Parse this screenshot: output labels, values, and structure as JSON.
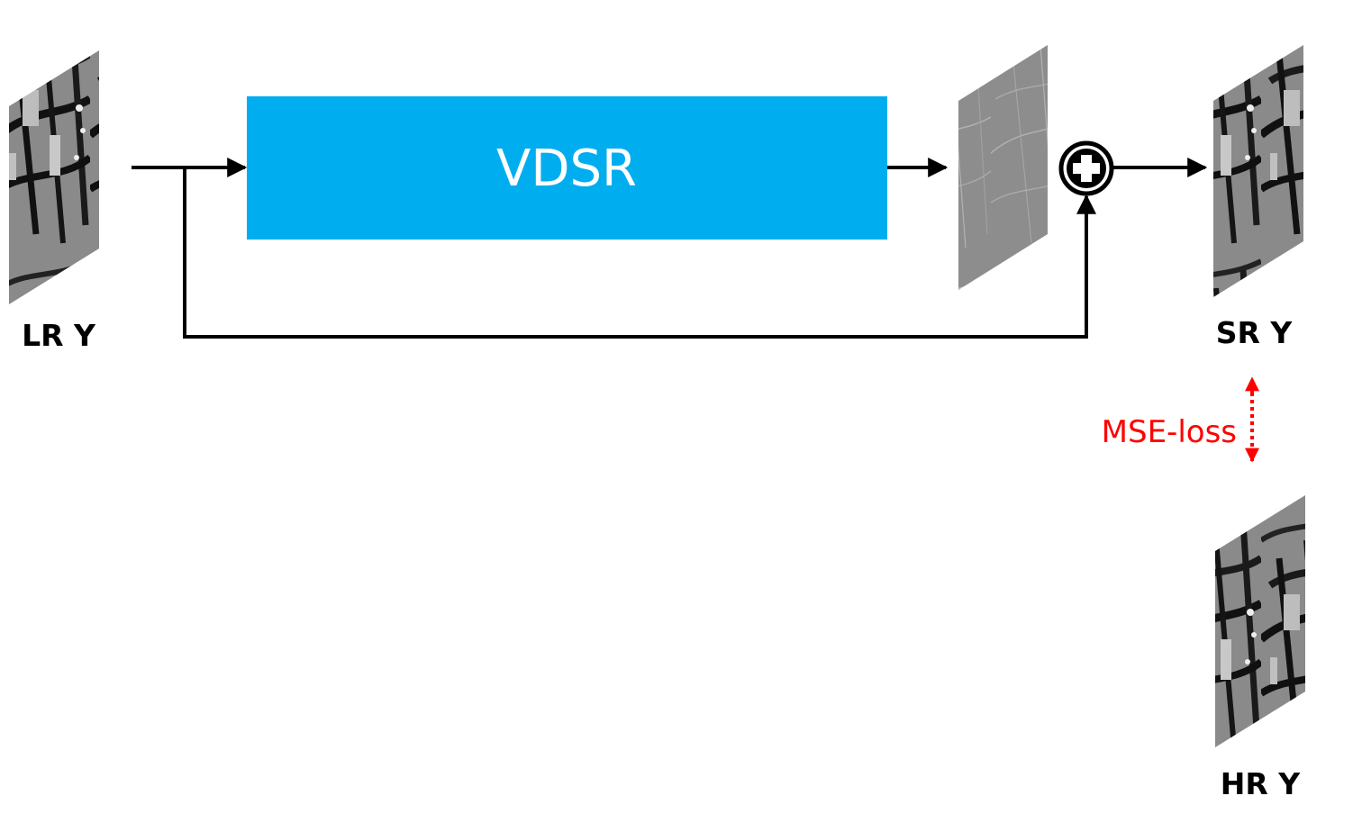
{
  "labels": {
    "input": "LR Y",
    "output": "SR Y",
    "target": "HR Y"
  },
  "block": {
    "title": "VDSR",
    "color": "#00AEEF"
  },
  "loss": {
    "label": "MSE-loss",
    "color": "#FF0000"
  },
  "images": {
    "input": "butterfly-grayscale-image",
    "residual": "residual-edge-map-image",
    "output": "butterfly-grayscale-image",
    "target": "butterfly-grayscale-image"
  },
  "operator": "plus-circle-icon"
}
